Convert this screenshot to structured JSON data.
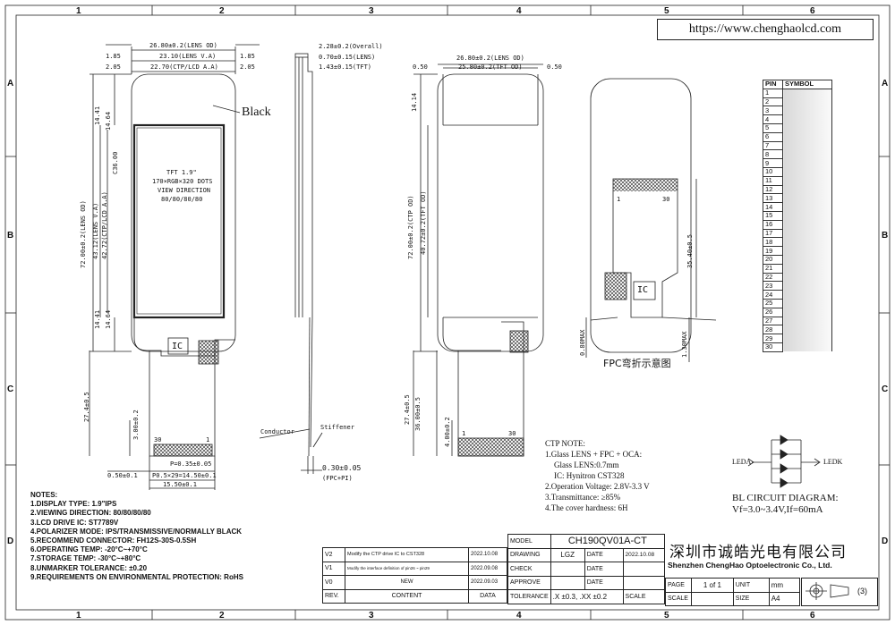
{
  "frame": {
    "cols": [
      "1",
      "2",
      "3",
      "4",
      "5",
      "6"
    ],
    "rows": [
      "A",
      "B",
      "C",
      "D"
    ]
  },
  "website": "https://www.chenghaolcd.com",
  "front_view": {
    "black_label": "Black",
    "tft_lines": [
      "TFT 1.9\"",
      "170×RGB×320 DOTS",
      "VIEW DIRECTION",
      "80/80/80/80"
    ],
    "ic_label": "IC",
    "fpc_pin_left": "30",
    "fpc_pin_right": "1",
    "dims_top": [
      "26.80±0.2(LENS OD)",
      "23.10(LENS V.A)",
      "22.70(CTP/LCD A.A)"
    ],
    "dims_side_top": [
      "1.85",
      "1.85",
      "2.05",
      "2.05"
    ],
    "dims_vertical": [
      "72.00±0.2(LENS OD)",
      "43.12(LENS V.A)",
      "42.72(CTP/LCD A.A)",
      "14.41",
      "14.64",
      "C36.00",
      "14.64",
      "14.41",
      "27.4±0.5",
      "3.00±0.2"
    ],
    "dims_bottom": [
      "0.50±0.1",
      "P=0.35±0.05",
      "P0.5×29=14.50±0.1",
      "15.50±0.1"
    ]
  },
  "side_view": {
    "dims": [
      "2.28±0.2(Overall)",
      "0.70±0.15(LENS)",
      "1.43±0.15(TFT)",
      "0.30±0.05",
      "(FPC+PI)"
    ],
    "labels": [
      "Conductor",
      "Stiffener"
    ]
  },
  "back_view": {
    "dims_top": [
      "26.80±0.2(LENS OD)",
      "25.80±0.2(TFT OD)",
      "0.50",
      "0.50"
    ],
    "dims_vertical": [
      "14.14",
      "72.00±0.2(CTP OD)",
      "40.72±0.2(TFT OD)",
      "27.4±0.5",
      "36.00±0.5",
      "4.00±0.2"
    ],
    "pin_left": "1",
    "pin_right": "30"
  },
  "fpc_bend": {
    "pin_left": "1",
    "pin_right": "30",
    "ic_label": "IC",
    "dims": [
      "35.40±0.5",
      "0.80MAX",
      "1.30MAX"
    ],
    "caption": "FPC弯折示意图"
  },
  "pin_table": {
    "header_pin": "PIN",
    "header_symbol": "SYMBOL",
    "pins": [
      "1",
      "2",
      "3",
      "4",
      "5",
      "6",
      "7",
      "8",
      "9",
      "10",
      "11",
      "12",
      "13",
      "14",
      "15",
      "16",
      "17",
      "18",
      "19",
      "20",
      "21",
      "22",
      "23",
      "24",
      "25",
      "26",
      "27",
      "28",
      "29",
      "30"
    ]
  },
  "ctp_note": [
    "CTP NOTE:",
    "1.Glass LENS + FPC + OCA:",
    "  Glass LENS:0.7mm",
    "  IC: Hynitron CST328",
    "2.Operation Voltage: 2.8V-3.3 V",
    "3.Transmittance: ≥85%",
    "4.The cover hardness: 6H"
  ],
  "bl_circuit": {
    "leda": "LEDA",
    "ledk": "LEDK",
    "title": "BL CIRCUIT DIAGRAM:",
    "spec": "Vf=3.0~3.4V,If=60mA"
  },
  "notes": [
    "NOTES:",
    "1.DISPLAY TYPE: 1.9\"IPS",
    "2.VIEWING DIRECTION: 80/80/80/80",
    "3.LCD DRIVE IC: ST7789V",
    "4.POLARIZER MODE: IPS/TRANSMISSIVE/NORMALLY BLACK",
    "5.RECOMMEND CONNECTOR: FH12S-30S-0.5SH",
    "6.OPERATING TEMP: -20°C~+70°C",
    "7.STORAGE TEMP: -30°C~+80°C",
    "8.UNMARKER TOLERANCE: ±0.20",
    "9.REQUIREMENTS ON ENVIRONMENTAL PROTECTION: RoHS"
  ],
  "revisions": [
    {
      "rev": "V2",
      "content": "Modify the CTP drive IC to CST328",
      "date": "2022.10.08"
    },
    {
      "rev": "V1",
      "content": "Modify the interface definition of pin26 ~ pin29",
      "date": "2022.09.08"
    },
    {
      "rev": "V0",
      "content": "NEW",
      "date": "2022.09.03"
    },
    {
      "rev": "REV.",
      "content": "CONTENT",
      "date": "DATA"
    }
  ],
  "title_block": {
    "model_label": "MODEL",
    "model_value": "CH190QV01A-CT",
    "drawing_label": "DRAWING",
    "drawer": "LGZ",
    "date_label": "DATE",
    "drawing_date": "2022.10.08",
    "check_label": "CHECK",
    "approve_label": "APPROVE",
    "tolerance_label": "TOLERANCE",
    "tolerance_value": ".X ±0.3, .XX ±0.2",
    "scale_label": "SCALE",
    "page_label": "PAGE",
    "page_value": "1 of 1",
    "unit_label": "UNIT",
    "unit_value": "mm",
    "size_label": "SIZE",
    "size_value": "A4",
    "projection_num": "(3)",
    "company_cn": "深圳市诚皓光电有限公司",
    "company_en": "Shenzhen ChengHao Optoelectronic Co., Ltd."
  }
}
